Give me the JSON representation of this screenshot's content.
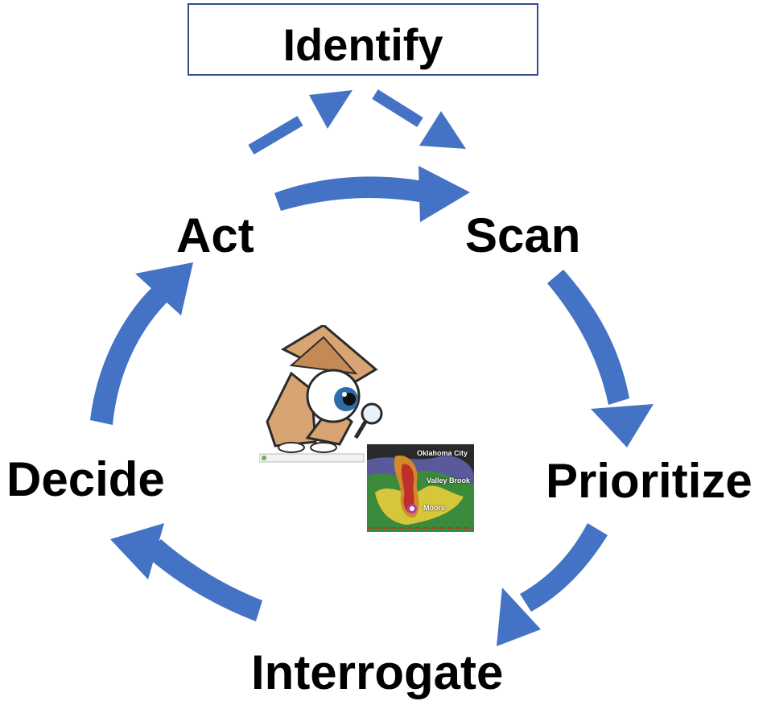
{
  "diagram": {
    "top_label": "Identify",
    "stages": {
      "act": "Act",
      "scan": "Scan",
      "prioritize": "Prioritize",
      "interrogate": "Interrogate",
      "decide": "Decide"
    },
    "arrow_color": "#4472c4",
    "box_border_color": "#2f4f8a"
  },
  "images": {
    "detective": "detective cartoon with magnifying glass",
    "radar": {
      "towns": [
        "Oklahoma City",
        "Valley Brook",
        "Moore"
      ]
    }
  }
}
